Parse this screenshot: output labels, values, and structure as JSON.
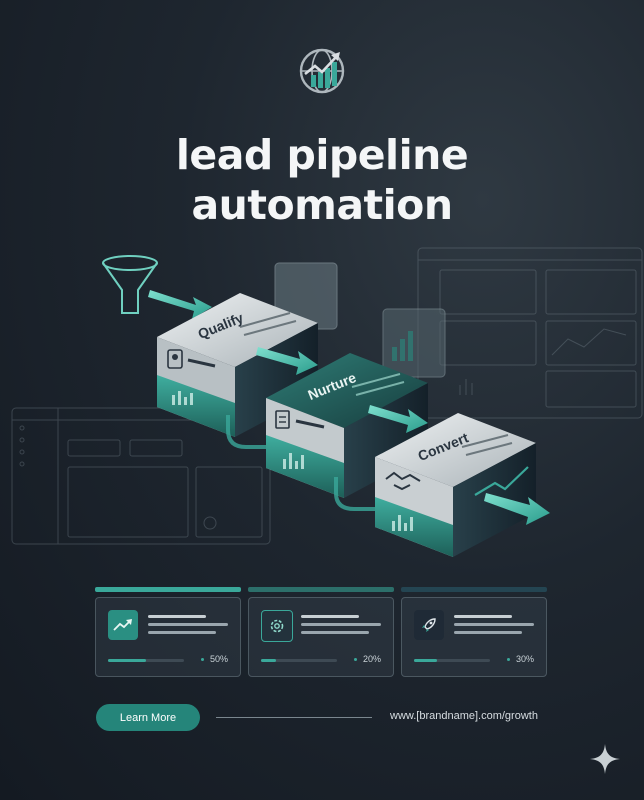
{
  "title": {
    "line1": "lead pipeline",
    "line2": "automation"
  },
  "colors": {
    "accent": "#3aa89a",
    "accent_dark": "#1f6f66",
    "bar_1": "#3aa89a",
    "bar_2": "#2c6f6a",
    "bar_3": "#244552"
  },
  "pipeline": {
    "stages": [
      {
        "label": "Qualify",
        "icon": "contact-card-icon"
      },
      {
        "label": "Nurture",
        "icon": "clipboard-checklist-icon"
      },
      {
        "label": "Convert",
        "icon": "handshake-icon"
      }
    ],
    "entry_icon": "funnel-icon"
  },
  "cards": [
    {
      "icon": "trend-up-icon",
      "percent": "50%",
      "progress": 0.5
    },
    {
      "icon": "gear-icon",
      "percent": "20%",
      "progress": 0.2
    },
    {
      "icon": "rocket-icon",
      "percent": "30%",
      "progress": 0.3
    }
  ],
  "cta": {
    "label": "Learn More"
  },
  "footer": {
    "url": "www.[brandname].com/growth"
  }
}
